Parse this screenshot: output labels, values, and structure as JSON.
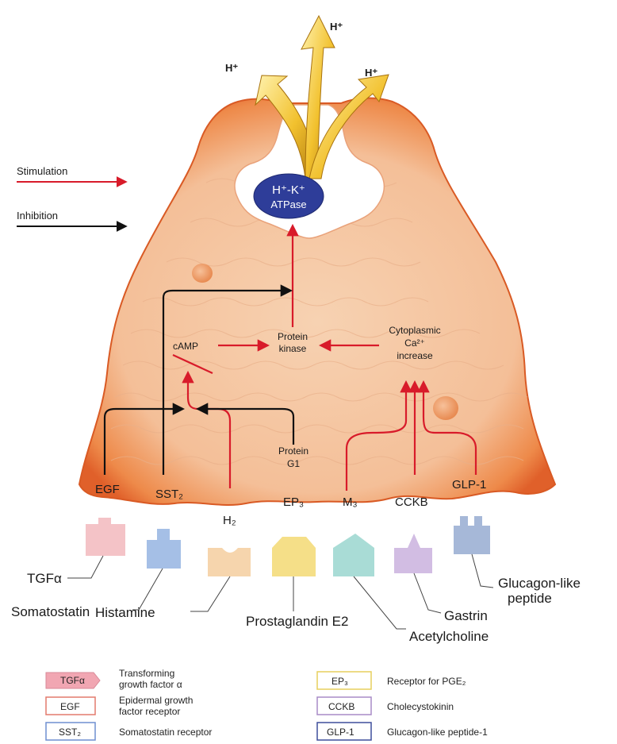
{
  "key": {
    "stimulation": "Stimulation",
    "inhibition": "Inhibition",
    "colors": {
      "stimulation": "#d81b2a",
      "inhibition": "#111111"
    }
  },
  "pump": {
    "line1": "H⁺-K⁺",
    "line2": "ATPase"
  },
  "protons": [
    "H⁺",
    "H⁺",
    "H⁺"
  ],
  "intracellular": {
    "camp": "cAMP",
    "protein_kinase": [
      "Protein",
      "kinase"
    ],
    "calcium": [
      "Cytoplasmic",
      "Ca²⁺",
      "increase"
    ],
    "protein_g1": [
      "Protein",
      "G1"
    ]
  },
  "receptors": {
    "egf": "EGF",
    "sst2": "SST₂",
    "h2": "H₂",
    "ep3": "EP₃",
    "m3": "M₃",
    "cckb": "CCKB",
    "glp1": "GLP-1"
  },
  "ligands": {
    "tgfa": "TGFα",
    "somatostatin": "Somatostatin",
    "histamine": "Histamine",
    "prostaglandin": "Prostaglandin E2",
    "acetylcholine": "Acetylcholine",
    "gastrin": "Gastrin",
    "glucagon": [
      "Glucagon-like",
      "peptide"
    ]
  },
  "legend": {
    "left": [
      {
        "code": "TGFα",
        "desc": [
          "Transforming",
          "growth factor α"
        ],
        "color": "#e7a0ad"
      },
      {
        "code": "EGF",
        "desc": [
          "Epidermal growth",
          "factor receptor"
        ],
        "color": "#e37a6d"
      },
      {
        "code": "SST₂",
        "desc": [
          "Somatostatin receptor"
        ],
        "color": "#6f8fd0"
      }
    ],
    "right": [
      {
        "code": "EP₃",
        "desc": [
          "Receptor for PGE₂"
        ],
        "color": "#e7cf5d"
      },
      {
        "code": "CCKB",
        "desc": [
          "Cholecystokinin"
        ],
        "color": "#a88bc7"
      },
      {
        "code": "GLP-1",
        "desc": [
          "Glucagon-like peptide-1"
        ],
        "color": "#3f4f9c"
      }
    ]
  },
  "ligand_colors": {
    "tgfa": "#f4c3c7",
    "somatostatin": "#a5bfe6",
    "histamine": "#f6d5ad",
    "prostaglandin": "#f5df88",
    "acetylcholine": "#a9dcd6",
    "gastrin": "#d2bde3",
    "glucagon": "#a6b8d8"
  }
}
